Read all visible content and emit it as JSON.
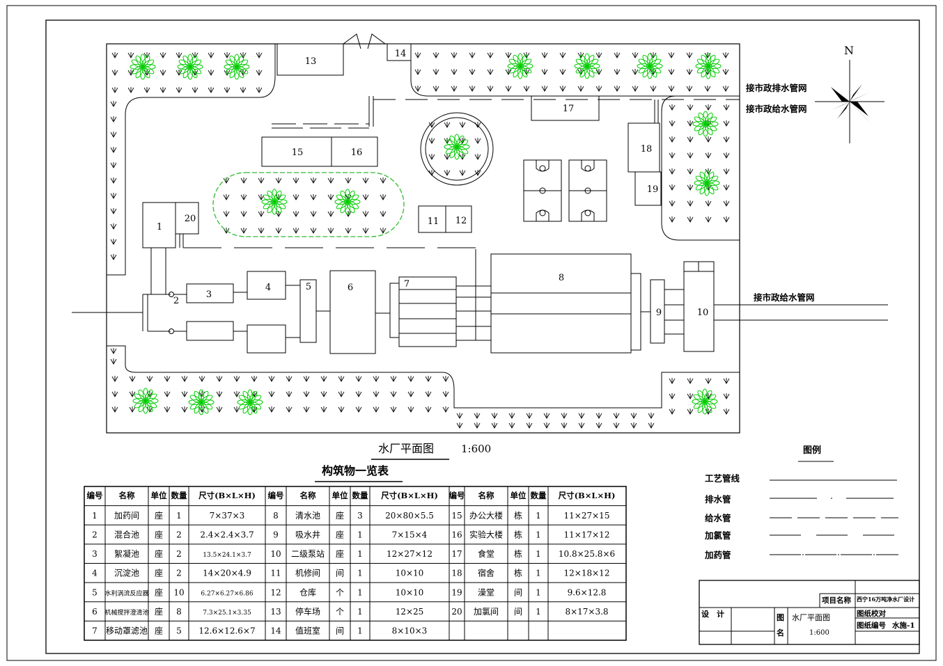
{
  "plan": {
    "title": "水厂平面图",
    "scale": "1:600",
    "north": "N",
    "labels": {
      "drain_network": "接市政排水管网",
      "supply_network_top": "接市政给水管网",
      "supply_network_right": "接市政给水管网"
    },
    "buildings": [
      "1",
      "2",
      "3",
      "4",
      "5",
      "6",
      "7",
      "8",
      "9",
      "10",
      "11",
      "12",
      "13",
      "14",
      "15",
      "16",
      "17",
      "18",
      "19",
      "20"
    ]
  },
  "legend": {
    "title": "图例",
    "items": [
      "工艺管线",
      "排水管",
      "给水管",
      "加氯管",
      "加药管"
    ]
  },
  "table": {
    "title": "构筑物一览表",
    "headers": [
      "编号",
      "名称",
      "单位",
      "数量",
      "尺寸(B×L×H)"
    ],
    "rows": [
      [
        [
          "1",
          "加药间",
          "座",
          "1",
          "7×37×3"
        ],
        [
          "8",
          "清水池",
          "座",
          "3",
          "20×80×5.5"
        ],
        [
          "15",
          "办公大楼",
          "栋",
          "1",
          "11×27×15"
        ]
      ],
      [
        [
          "2",
          "混合池",
          "座",
          "2",
          "2.4×2.4×3.7"
        ],
        [
          "9",
          "吸水井",
          "座",
          "1",
          "7×15×4"
        ],
        [
          "16",
          "实验大楼",
          "栋",
          "1",
          "11×17×12"
        ]
      ],
      [
        [
          "3",
          "絮凝池",
          "座",
          "2",
          "13.5×24.1×3.7"
        ],
        [
          "10",
          "二级泵站",
          "座",
          "1",
          "12×27×12"
        ],
        [
          "17",
          "食堂",
          "栋",
          "1",
          "10.8×25.8×6"
        ]
      ],
      [
        [
          "4",
          "沉淀池",
          "座",
          "2",
          "14×20×4.9"
        ],
        [
          "11",
          "机修间",
          "间",
          "1",
          "10×10"
        ],
        [
          "18",
          "宿舍",
          "栋",
          "1",
          "12×18×12"
        ]
      ],
      [
        [
          "5",
          "水利涡流反应器",
          "座",
          "10",
          "6.27×6.27×6.86"
        ],
        [
          "12",
          "仓库",
          "个",
          "1",
          "10×10"
        ],
        [
          "19",
          "澡堂",
          "间",
          "1",
          "9.6×12.8"
        ]
      ],
      [
        [
          "6",
          "机械搅拌澄清池",
          "座",
          "8",
          "7.3×25.1×3.35"
        ],
        [
          "13",
          "停车场",
          "个",
          "1",
          "12×25"
        ],
        [
          "20",
          "加氯间",
          "间",
          "1",
          "8×17×3.8"
        ]
      ],
      [
        [
          "7",
          "移动罩滤池",
          "座",
          "5",
          "12.6×12.6×7"
        ],
        [
          "14",
          "值班室",
          "间",
          "1",
          "8×10×3"
        ],
        [
          "",
          "",
          "",
          "",
          ""
        ]
      ]
    ]
  },
  "title_block": {
    "project_label": "项目名称",
    "project_name": "西宁16万吨净水厂设计",
    "design_label": "设　计",
    "drawing_label_1": "图",
    "drawing_label_2": "名",
    "drawing_name": "水厂平面图",
    "drawing_scale": "1:600",
    "check_label": "图纸校对",
    "number_label": "图纸编号",
    "number_value": "水施-1"
  },
  "colors": {
    "tree": "#00cc00",
    "line": "#000000",
    "dashed_outline": "#33bb33"
  }
}
